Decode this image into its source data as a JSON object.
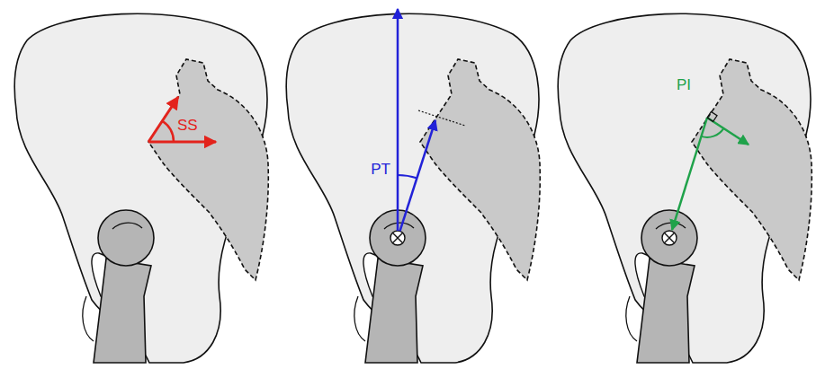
{
  "diagram": {
    "labels": [
      "SS",
      "PT",
      "PI"
    ]
  }
}
